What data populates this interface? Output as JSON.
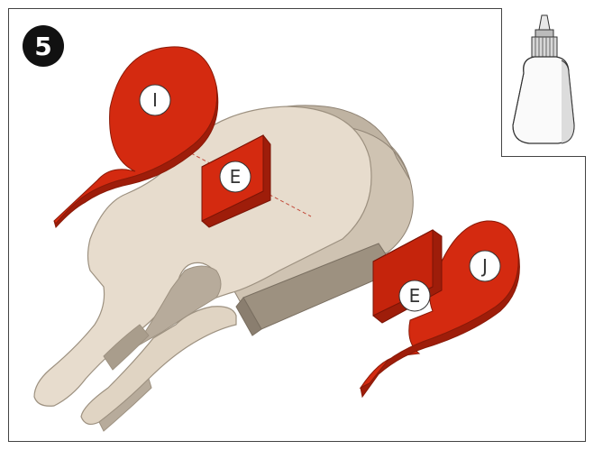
{
  "step": {
    "number": "5"
  },
  "callouts": {
    "top_red_piece": "I",
    "center_block": "E",
    "right_piece": "J",
    "right_block": "E"
  },
  "colors": {
    "red_part": "#d42a10",
    "red_part_dark": "#9e1d0a",
    "wood_light": "#e7dccd",
    "wood_side": "#b7ab9b",
    "wood_shadow": "#8f8374"
  },
  "glue_icon": "glue-bottle-icon"
}
